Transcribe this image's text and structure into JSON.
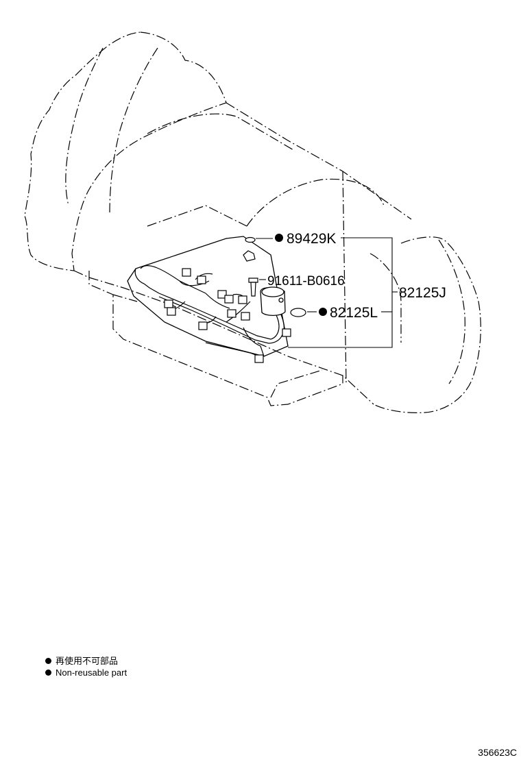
{
  "callouts": {
    "seal_ring": {
      "marked": true,
      "part_number": "89429K"
    },
    "bolt": {
      "marked": false,
      "part_number": "91611-B0616"
    },
    "harness_assy": {
      "marked": false,
      "part_number": "82125J"
    },
    "o_ring": {
      "marked": true,
      "part_number": "82125L"
    }
  },
  "legend": {
    "japanese": "再使用不可部品",
    "english": "Non-reusable part"
  },
  "diagram_id": "356623C",
  "colors": {
    "line": "#000000",
    "background": "#ffffff"
  }
}
